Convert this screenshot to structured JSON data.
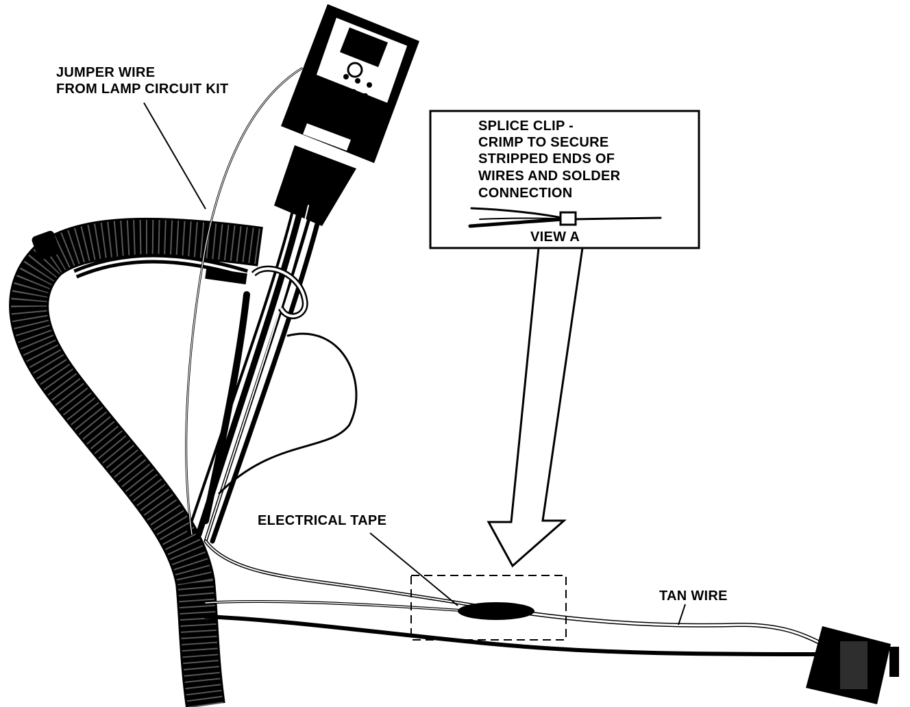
{
  "labels": {
    "jumper_line1": "JUMPER WIRE",
    "jumper_line2": "FROM LAMP CIRCUIT KIT",
    "splice_line1": "SPLICE CLIP -",
    "splice_line2": "CRIMP TO SECURE",
    "splice_line3": "STRIPPED ENDS OF",
    "splice_line4": "WIRES AND SOLDER",
    "splice_line5": "CONNECTION",
    "view_a": "VIEW A",
    "electrical_tape": "ELECTRICAL TAPE",
    "tan_wire": "TAN WIRE"
  },
  "colors": {
    "ink": "#000000",
    "paper": "#ffffff"
  }
}
